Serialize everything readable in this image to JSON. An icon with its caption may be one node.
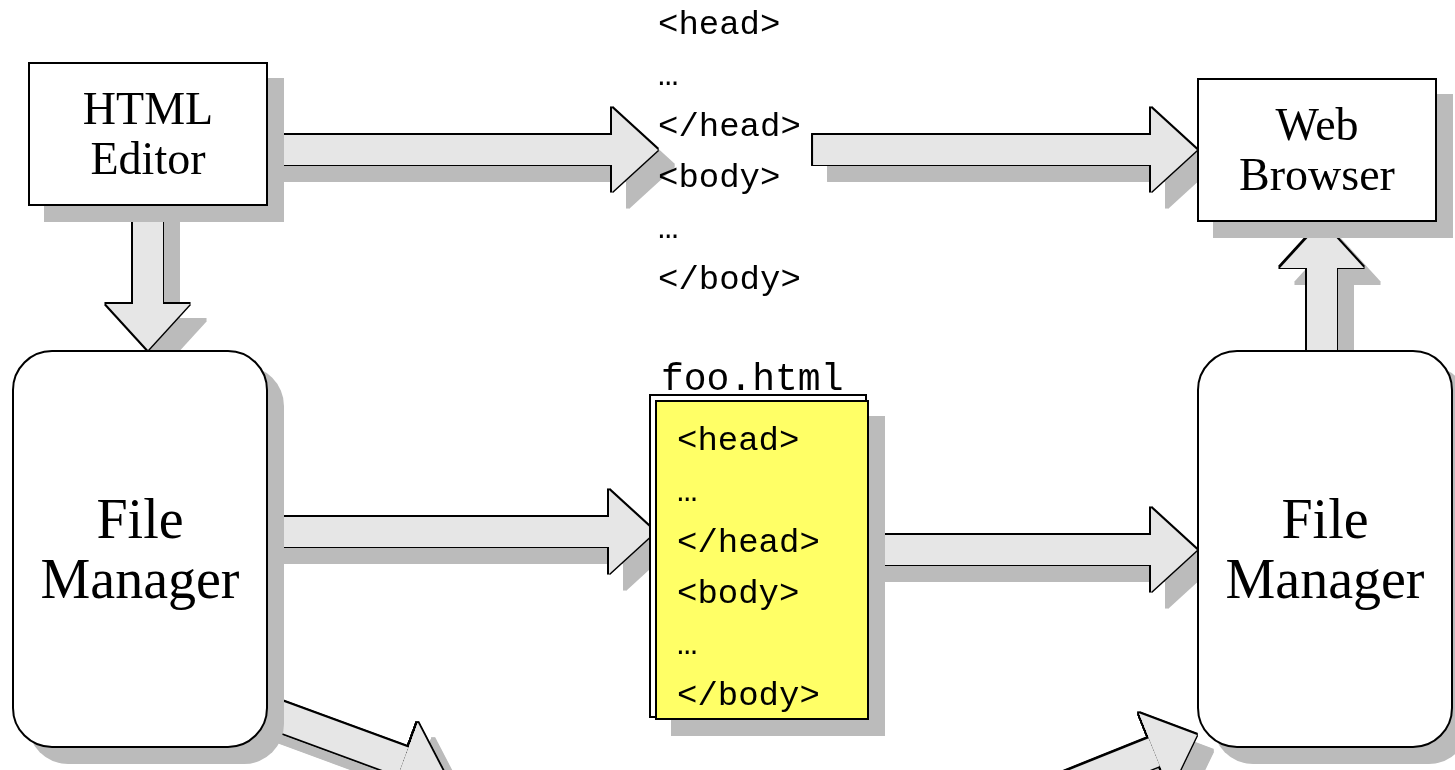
{
  "diagram": {
    "nodes": [
      {
        "text": [
          "HTML Editor"
        ]
      },
      {
        "text": [
          "<head> … </head> <body> … </body>"
        ]
      },
      {
        "text": [
          "Web Browser"
        ]
      },
      {
        "text": [
          "File Manager"
        ]
      },
      {
        "text": [
          "foo.html",
          "<head> … </head> <body> … </body>"
        ]
      },
      {
        "text": [
          "File Manager"
        ]
      }
    ],
    "edges": [
      {
        "from": 0,
        "to": 1,
        "arrow": "to"
      },
      {
        "from": 1,
        "to": 2,
        "arrow": "to"
      },
      {
        "from": 0,
        "to": 3,
        "arrow": "to"
      },
      {
        "from": 3,
        "to": 4,
        "arrow": "to"
      },
      {
        "from": 4,
        "to": 5,
        "arrow": "to"
      },
      {
        "from": 5,
        "to": 2,
        "arrow": "to"
      },
      {
        "from": 3,
        "to": null,
        "arrow": "to"
      },
      {
        "from": null,
        "to": 5,
        "arrow": "to"
      }
    ]
  }
}
